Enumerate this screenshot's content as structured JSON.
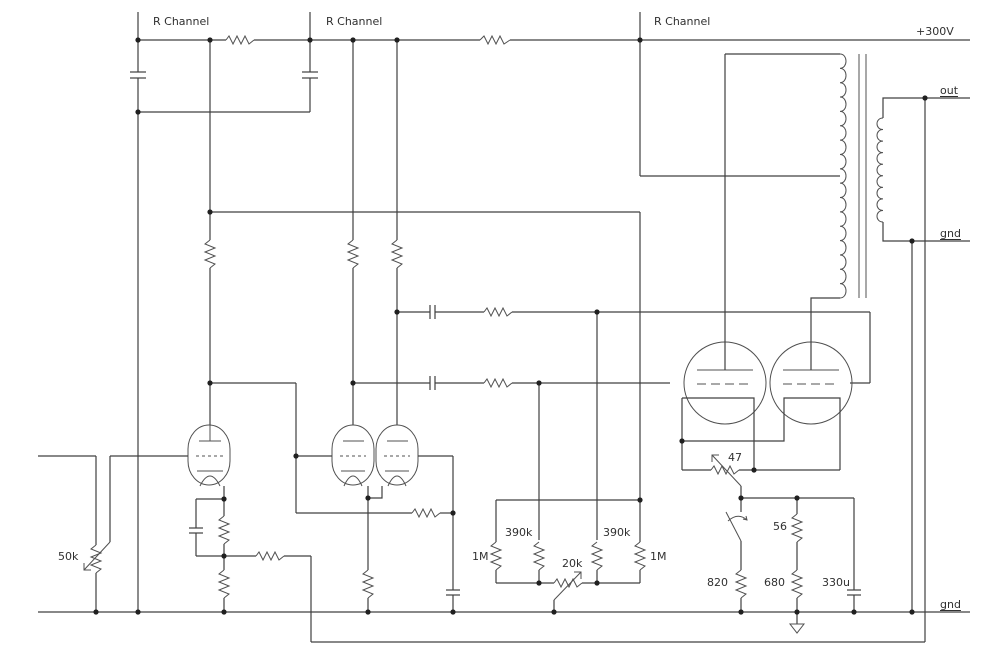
{
  "diagram": {
    "title": "Vacuum tube push-pull amplifier schematic (right channel)",
    "rails": {
      "supply": "+300V",
      "output": "out",
      "ground_output": "gnd",
      "ground_rail": "gnd"
    },
    "channel_labels": [
      "R Channel",
      "R Channel",
      "R Channel"
    ],
    "components": {
      "input_pot": "50k",
      "balance_pot": "20k",
      "grid_resistor_left_outer": "1M",
      "grid_resistor_left_inner": "390k",
      "grid_resistor_right_inner": "390k",
      "grid_resistor_right_outer": "1M",
      "cathode_balance_pot": "47",
      "cathode_switch_resistor": "820",
      "cathode_resistor_top": "56",
      "cathode_resistor_bottom": "680",
      "cathode_bypass_cap": "330u"
    },
    "stages": [
      {
        "name": "input triode",
        "type": "triode"
      },
      {
        "name": "phase splitter",
        "type": "dual triode"
      },
      {
        "name": "output pair",
        "type": "power triodes"
      },
      {
        "name": "output transformer",
        "type": "transformer"
      }
    ]
  }
}
